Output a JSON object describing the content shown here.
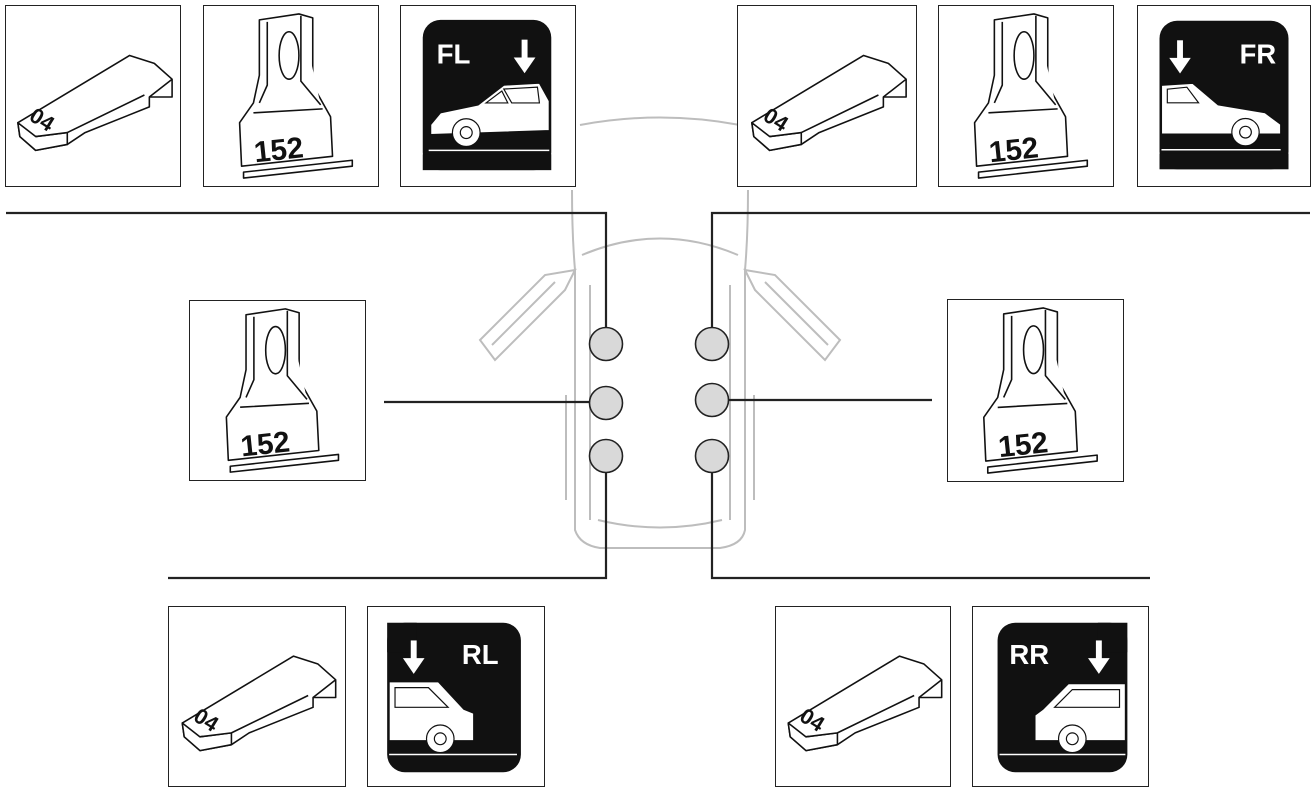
{
  "colors": {
    "frame": "#222222",
    "sensor_fill": "#d9d9d9",
    "ghost_car": "#bdbdbd",
    "corner_panel": "#111111"
  },
  "icons": [
    "block-part-icon",
    "pillar-part-icon",
    "car-corner-icon",
    "down-arrow-icon"
  ],
  "front_left": {
    "block_label": "04",
    "pillar_label": "152",
    "corner_label": "FL"
  },
  "front_right": {
    "block_label": "04",
    "pillar_label": "152",
    "corner_label": "FR"
  },
  "middle_left": {
    "pillar_label": "152"
  },
  "middle_right": {
    "pillar_label": "152"
  },
  "rear_left": {
    "block_label": "04",
    "corner_label": "RL"
  },
  "rear_right": {
    "block_label": "04",
    "corner_label": "RR"
  }
}
